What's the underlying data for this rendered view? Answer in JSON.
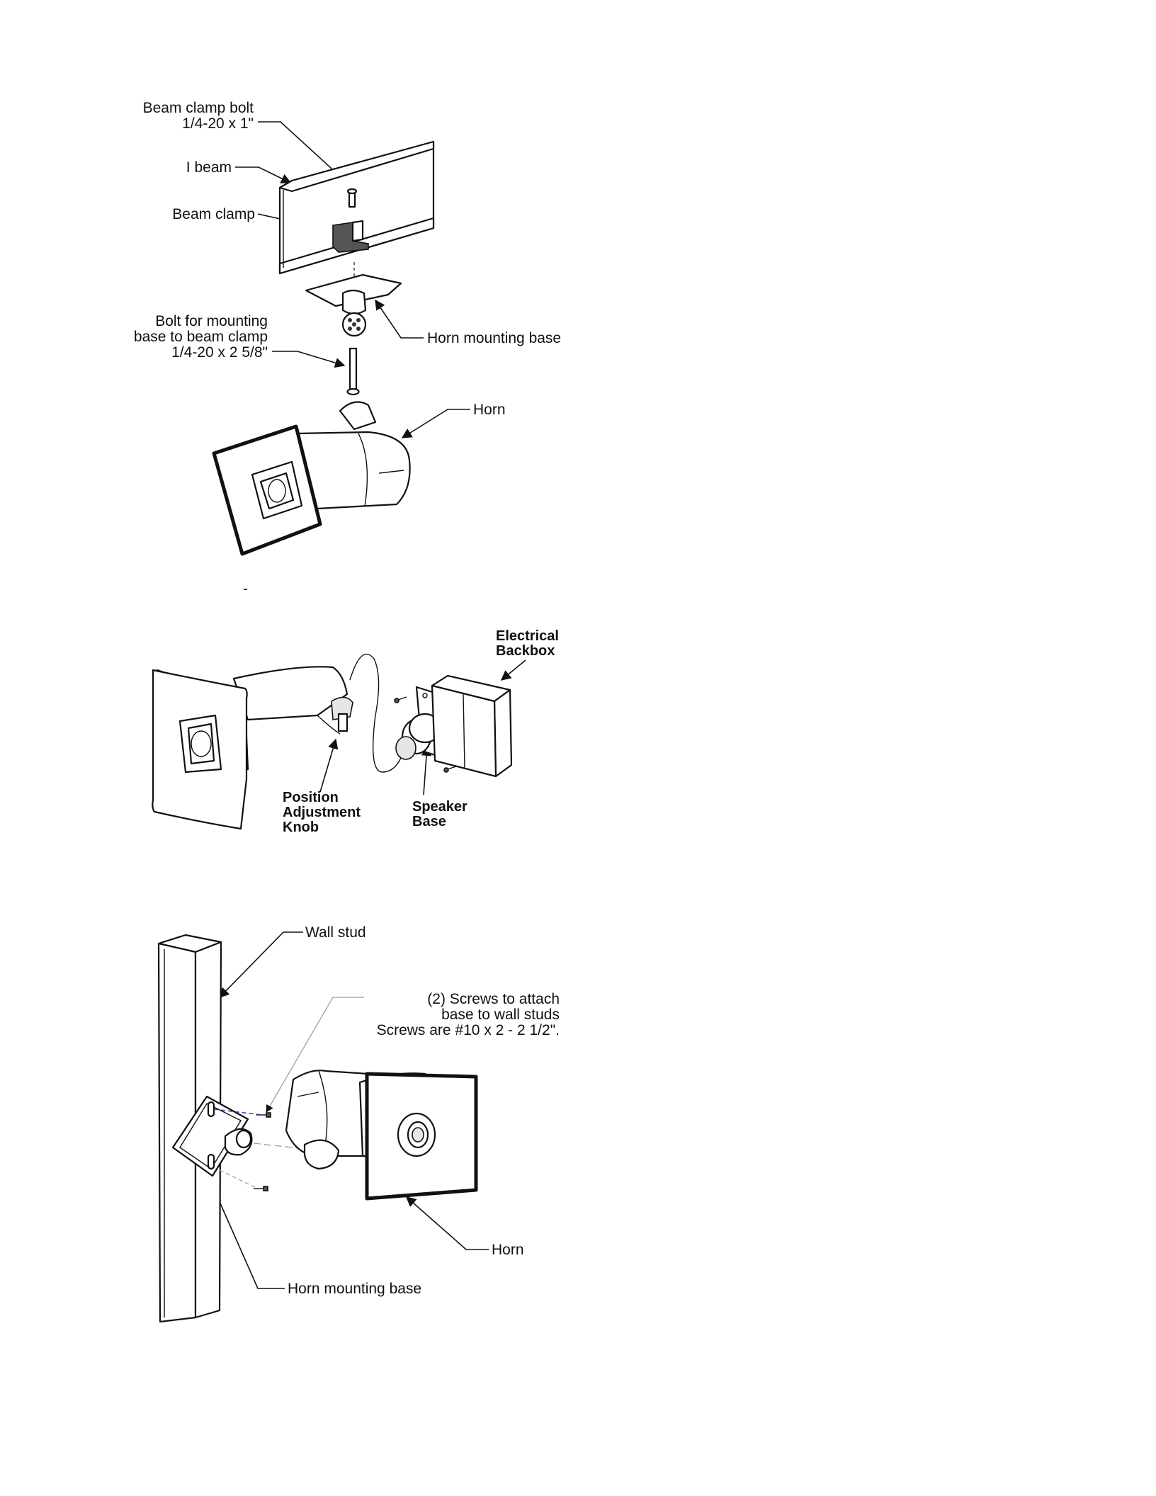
{
  "figures": {
    "beam_mount": {
      "beam_clamp_bolt": [
        "Beam clamp bolt",
        "1/4-20 x 1\""
      ],
      "i_beam": "I beam",
      "beam_clamp": "Beam clamp",
      "mounting_bolt": [
        "Bolt for mounting",
        "base to beam clamp",
        "1/4-20 x 2 5/8\""
      ],
      "horn_mounting_base": "Horn mounting base",
      "horn": "Horn",
      "stray_mark": "-"
    },
    "backbox_mount": {
      "electrical_backbox": [
        "Electrical",
        "Backbox"
      ],
      "position_adjustment_knob": [
        "Position",
        "Adjustment",
        "Knob"
      ],
      "speaker_base": [
        "Speaker",
        "Base"
      ]
    },
    "wall_mount": {
      "wall_stud": "Wall stud",
      "screws": [
        "(2) Screws to attach",
        "base to wall studs",
        "Screws are #10 x 2 - 2 1/2\"."
      ],
      "horn": "Horn",
      "horn_mounting_base": "Horn mounting base"
    }
  }
}
